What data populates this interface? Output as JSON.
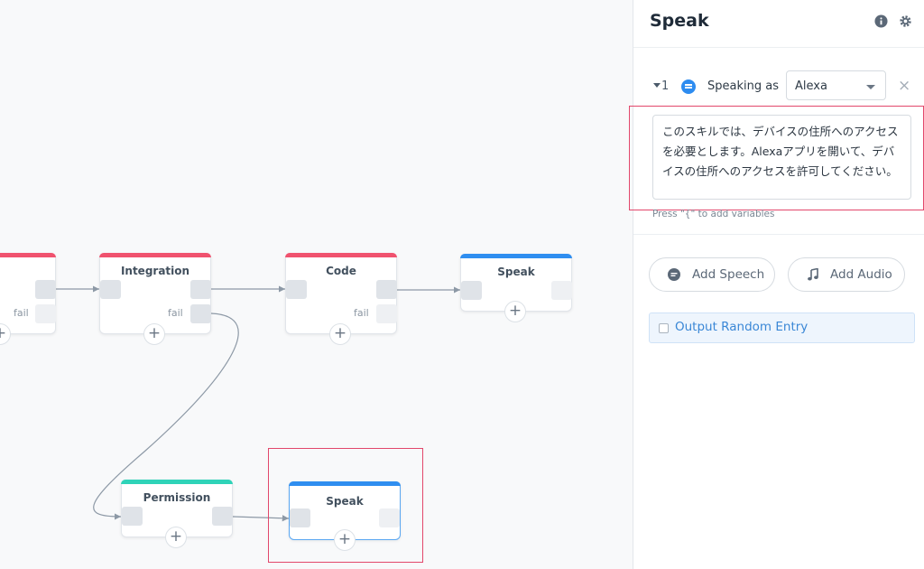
{
  "canvas": {
    "blocks": {
      "code_left": {
        "title": "de",
        "fail": "fail",
        "color": "#f0526e"
      },
      "integration": {
        "title": "Integration",
        "fail": "fail",
        "color": "#f0526e"
      },
      "code": {
        "title": "Code",
        "fail": "fail",
        "color": "#f0526e"
      },
      "speak_top": {
        "title": "Speak",
        "color": "#2f8ef0"
      },
      "permission": {
        "title": "Permission",
        "color": "#2fd3b8"
      },
      "speak_selected": {
        "title": "Speak",
        "color": "#2f8ef0"
      }
    },
    "add_glyph": "+"
  },
  "panel": {
    "title": "Speak",
    "info_icon": "info-icon",
    "settings_icon": "gear-icon",
    "entry": {
      "index": "1",
      "speaking_as_label": "Speaking as",
      "voice": "Alexa",
      "remove_glyph": "×",
      "speech_text": "このスキルでは、デバイスの住所へのアクセスを必要とします。Alexaアプリを開いて、デバイスの住所へのアクセスを許可してください。",
      "hint": "Press \"{\" to add variables"
    },
    "add_speech_label": "Add Speech",
    "add_audio_label": "Add Audio",
    "random_label": "Output Random Entry"
  }
}
